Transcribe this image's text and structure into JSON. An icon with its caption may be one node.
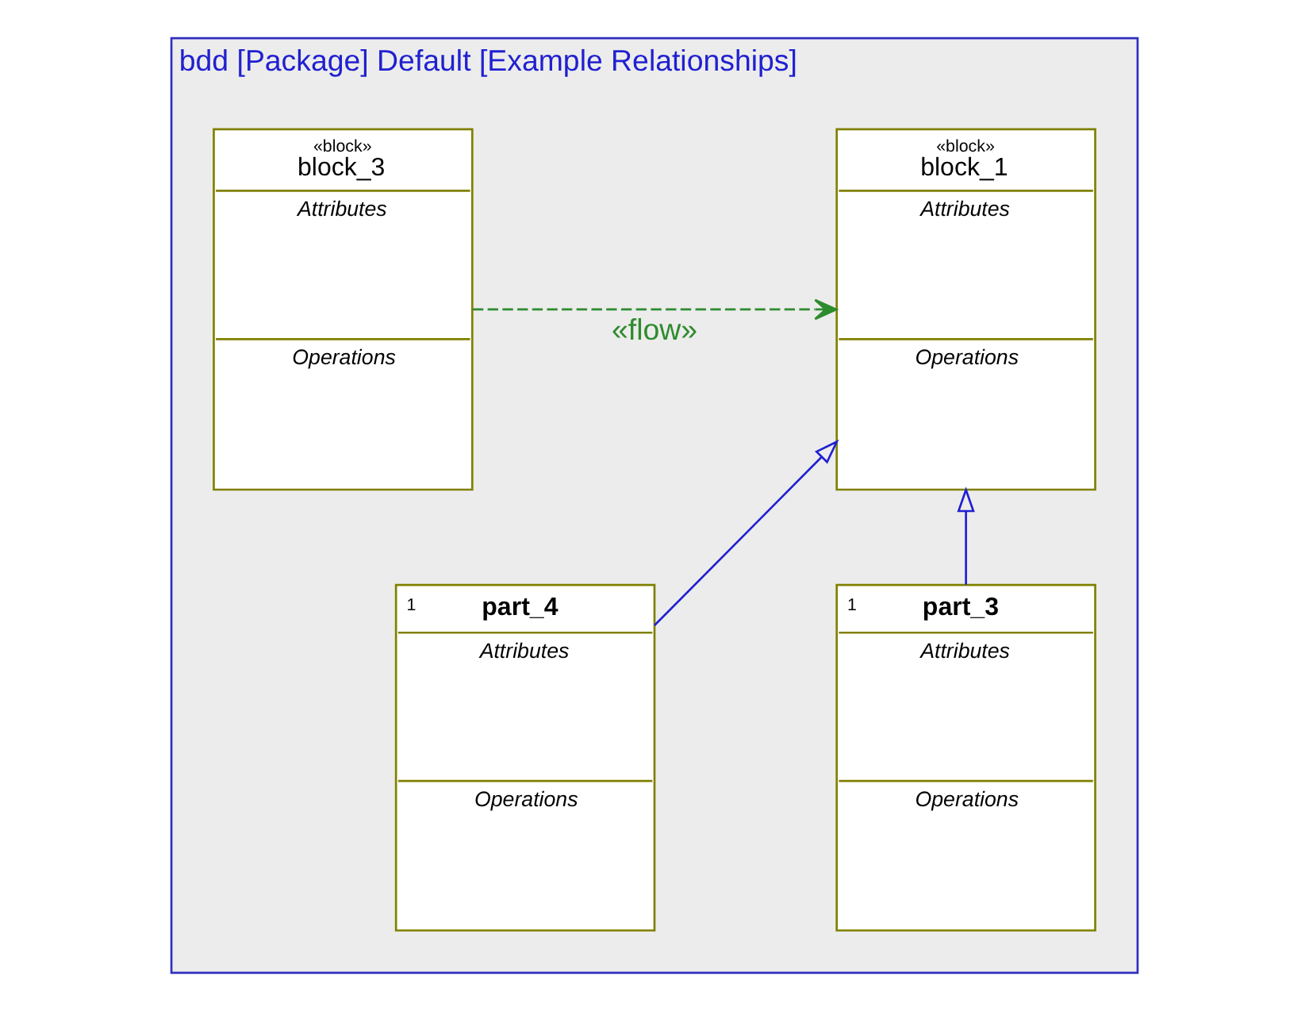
{
  "diagram": {
    "nodes": [
      {
        "text": [
          "bdd [Package] Default [Example Relationships]"
        ]
      },
      {
        "text": [
          "«block»",
          "block_3",
          "Attributes",
          "Operations"
        ],
        "in": 0
      },
      {
        "text": [
          "«block»",
          "block_1",
          "Attributes",
          "Operations"
        ],
        "in": 0
      },
      {
        "text": [
          "1",
          "part_3",
          "Attributes",
          "Operations"
        ],
        "in": 0
      },
      {
        "text": [
          "1",
          "part_4",
          "Attributes",
          "Operations"
        ],
        "in": 0
      }
    ],
    "edges": [
      {
        "from": 1,
        "to": 2,
        "arrow": "to",
        "label": "«flow»",
        "style": "dashed",
        "color": "#2e8b2e"
      },
      {
        "from": 3,
        "to": 2,
        "arrow": "to"
      },
      {
        "from": 4,
        "to": 2,
        "arrow": "to"
      }
    ]
  }
}
